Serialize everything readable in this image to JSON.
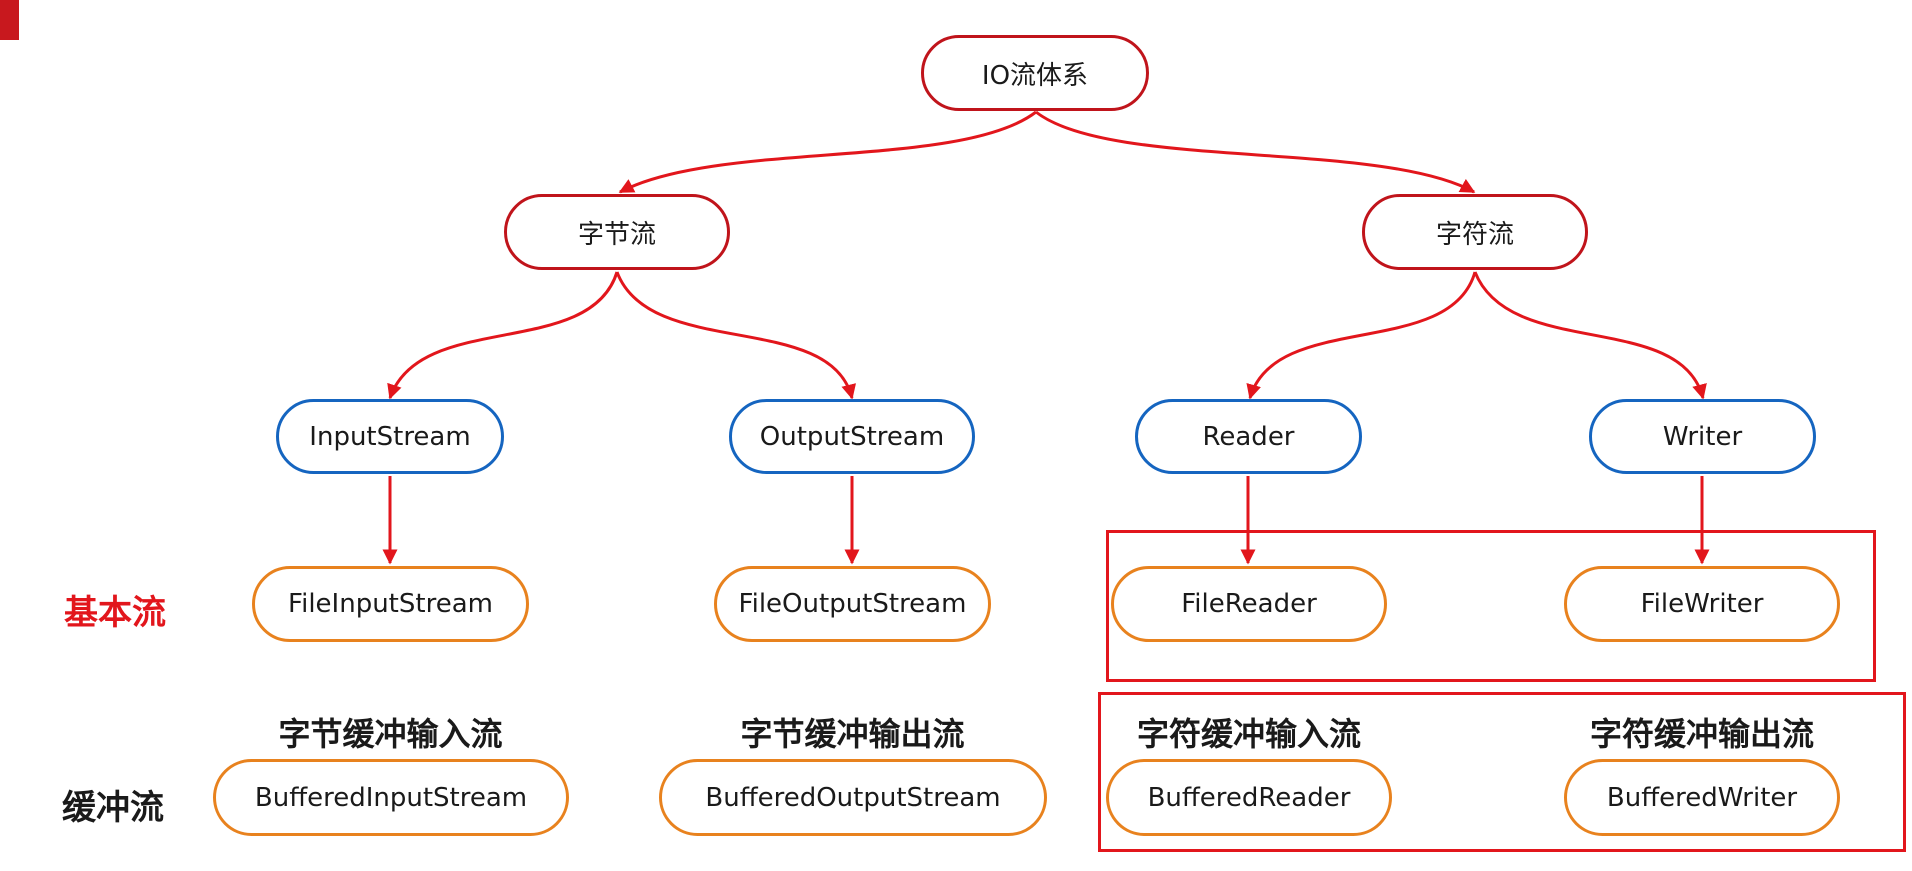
{
  "colors": {
    "accent": "#e2161c",
    "dark_red": "#c0141b",
    "blue": "#1565c0",
    "orange": "#e8821e",
    "text": "#1a1a1a"
  },
  "root": {
    "label": "IO流体系"
  },
  "categories": [
    {
      "label": "字节流"
    },
    {
      "label": "字符流"
    }
  ],
  "abstract_streams": [
    {
      "label": "InputStream"
    },
    {
      "label": "OutputStream"
    },
    {
      "label": "Reader"
    },
    {
      "label": "Writer"
    }
  ],
  "basic_streams": [
    {
      "label": "FileInputStream"
    },
    {
      "label": "FileOutputStream"
    },
    {
      "label": "FileReader"
    },
    {
      "label": "FileWriter"
    }
  ],
  "buffered_captions": [
    {
      "label": "字节缓冲输入流"
    },
    {
      "label": "字节缓冲输出流"
    },
    {
      "label": "字符缓冲输入流"
    },
    {
      "label": "字符缓冲输出流"
    }
  ],
  "buffered_streams": [
    {
      "label": "BufferedInputStream"
    },
    {
      "label": "BufferedOutputStream"
    },
    {
      "label": "BufferedReader"
    },
    {
      "label": "BufferedWriter"
    }
  ],
  "row_labels": {
    "basic": "基本流",
    "buffered": "缓冲流"
  }
}
